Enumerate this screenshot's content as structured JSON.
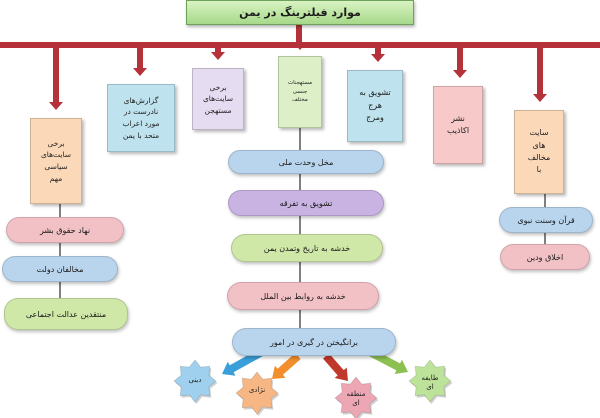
{
  "title": "موارد فیلترینگ در یمن",
  "colors": {
    "connector": "#b5323a",
    "pill_purple": "#c9b3e3",
    "pill_green": "#cfe8a8",
    "pill_blue": "#b9d5ee",
    "pill_pink": "#f2c1c6",
    "star_blue": "#9fd0ee",
    "star_orange": "#f7b785",
    "star_pink": "#eca6b4",
    "star_green": "#bde39a",
    "arrow_blue": "#3a9fd8",
    "arrow_orange": "#f28e2b",
    "arrow_red": "#c0392b",
    "arrow_green": "#8cc152"
  },
  "top_boxes": [
    {
      "text": "برخی\nسایت‌های\nسیاسی\nمهم",
      "color": "#fbd9b8"
    },
    {
      "text": "گزارش‌های\nنادرست در\nمورد اعراب\nمتحد با یمن",
      "color": "#bfe3ee"
    },
    {
      "text": "برخی\nسایت‌های\nمستهجن",
      "color": "#e6dcf1"
    },
    {
      "text": "مستهجنات\nجنسی\nمختلف",
      "color": "#dcefc6"
    },
    {
      "text": "تشویق به\nهرج\nومرج",
      "color": "#bfe3ee"
    },
    {
      "text": "نشر\nاکاذیب",
      "color": "#f7c9c9"
    },
    {
      "text": "سایت\nهای\nمخالف\nبا",
      "color": "#fbd9b8"
    }
  ],
  "left_pills": [
    {
      "text": "نهاد حقوق بشر",
      "color": "#f2c1c6"
    },
    {
      "text": "مخالفان دولت",
      "color": "#b9d5ee"
    },
    {
      "text": "منتقدین عدالت اجتماعی",
      "color": "#cfe8a8"
    }
  ],
  "right_pills": [
    {
      "text": "قرآن وسنت نبوی",
      "color": "#b9d5ee"
    },
    {
      "text": "اخلاق ودین",
      "color": "#f2c1c6"
    }
  ],
  "center_pills": [
    {
      "text": "مخل وحدت ملی",
      "color": "#b9d5ee"
    },
    {
      "text": "تشویق به تفرقه",
      "color": "#c9b3e3"
    },
    {
      "text": "خدشه به تاریخ وتمدن یمن",
      "color": "#cfe8a8"
    },
    {
      "text": "خدشه به روابط بین الملل",
      "color": "#f2c1c6"
    },
    {
      "text": "برانگیختن در گیری در امور",
      "color": "#b9d5ee"
    }
  ],
  "stars": [
    {
      "text": "دینی",
      "color": "#9fd0ee"
    },
    {
      "text": "نژادی",
      "color": "#f7b785"
    },
    {
      "text": "منطقه\nای",
      "color": "#eca6b4"
    },
    {
      "text": "طایفه\nای",
      "color": "#bde39a"
    }
  ]
}
